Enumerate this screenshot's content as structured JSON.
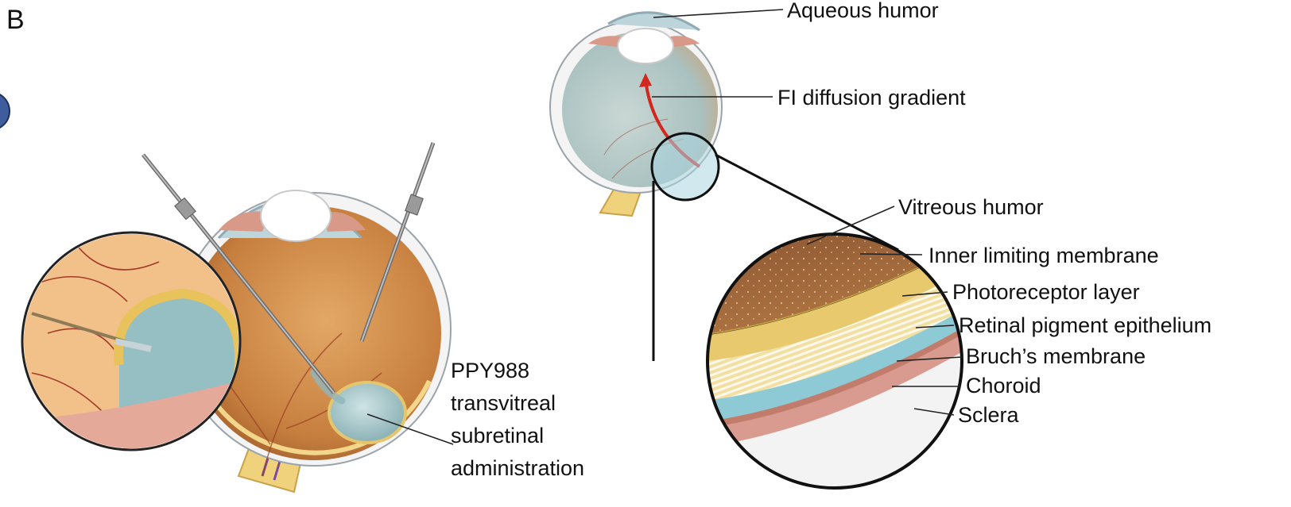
{
  "panel_letter": "B",
  "left_figure": {
    "annotation": [
      "PPY988",
      "transvitreal",
      "subretinal",
      "administration"
    ]
  },
  "right_figure": {
    "whole_eye_labels": {
      "aqueous": "Aqueous humor",
      "diffusion": "FI diffusion gradient"
    },
    "layer_labels": [
      "Vitreous humor",
      "Inner limiting membrane",
      "Photoreceptor layer",
      "Retinal pigment epithelium",
      "Bruch’s membrane",
      "Choroid",
      "Sclera"
    ]
  },
  "colors": {
    "vitreous_brown": "#a8693a",
    "retina_yellow": "#e9c96e",
    "rpe_blue": "#8ec9d6",
    "choroid_pink": "#d99a8f",
    "sclera_white": "#f4f4f4",
    "diffusion_arrow": "#d3281f",
    "bleb_blue": "#8fb7bd"
  }
}
